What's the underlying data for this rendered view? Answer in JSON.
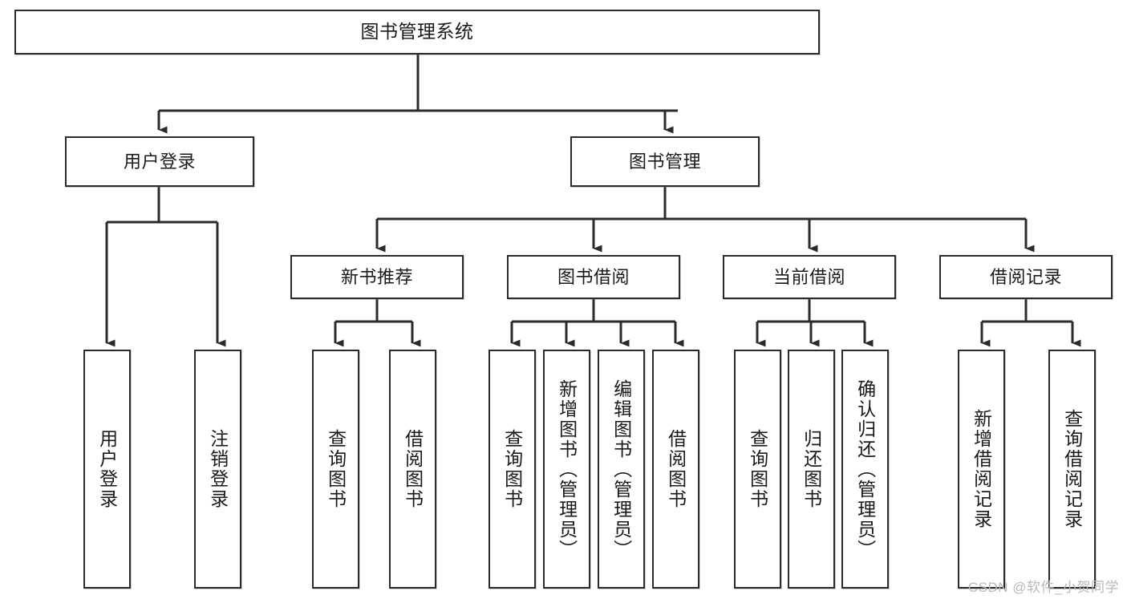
{
  "diagram": {
    "type": "tree",
    "title": "图书管理系统",
    "orientation": "top-down",
    "colors": {
      "node_border": "#2b2b2b",
      "node_fill": "#ffffff",
      "edge": "#2b2b2b",
      "text": "#1a1a1a",
      "watermark": "#b9b9b9"
    }
  },
  "watermark": {
    "text": "CSDN @软件_小贺同学"
  },
  "nodes": {
    "root": {
      "label": "图书管理系统",
      "level": 1
    },
    "level2": [
      {
        "id": "user-login",
        "label": "用户登录"
      },
      {
        "id": "book-management",
        "label": "图书管理"
      }
    ],
    "level3": [
      {
        "id": "new-book-recommend",
        "label": "新书推荐"
      },
      {
        "id": "book-borrow",
        "label": "图书借阅"
      },
      {
        "id": "current-borrow",
        "label": "当前借阅"
      },
      {
        "id": "borrow-record",
        "label": "借阅记录"
      }
    ],
    "leaves": {
      "user_login": [
        {
          "id": "leaf-user-login",
          "label": "用户登录"
        },
        {
          "id": "leaf-logout-login",
          "label": "注销登录"
        }
      ],
      "new_book_recommend": [
        {
          "id": "leaf-query-book-1",
          "label": "查询图书"
        },
        {
          "id": "leaf-borrow-book-1",
          "label": "借阅图书"
        }
      ],
      "book_borrow": [
        {
          "id": "leaf-query-book-2",
          "label": "查询图书"
        },
        {
          "id": "leaf-add-book",
          "label": "新增图书（管理员）"
        },
        {
          "id": "leaf-edit-book",
          "label": "编辑图书（管理员）"
        },
        {
          "id": "leaf-borrow-book-2",
          "label": "借阅图书"
        }
      ],
      "current_borrow": [
        {
          "id": "leaf-query-book-3",
          "label": "查询图书"
        },
        {
          "id": "leaf-return-book",
          "label": "归还图书"
        },
        {
          "id": "leaf-confirm-return",
          "label": "确认归还（管理员）"
        }
      ],
      "borrow_record": [
        {
          "id": "leaf-add-record",
          "label": "新增借阅记录"
        },
        {
          "id": "leaf-query-record",
          "label": "查询借阅记录"
        }
      ]
    }
  }
}
